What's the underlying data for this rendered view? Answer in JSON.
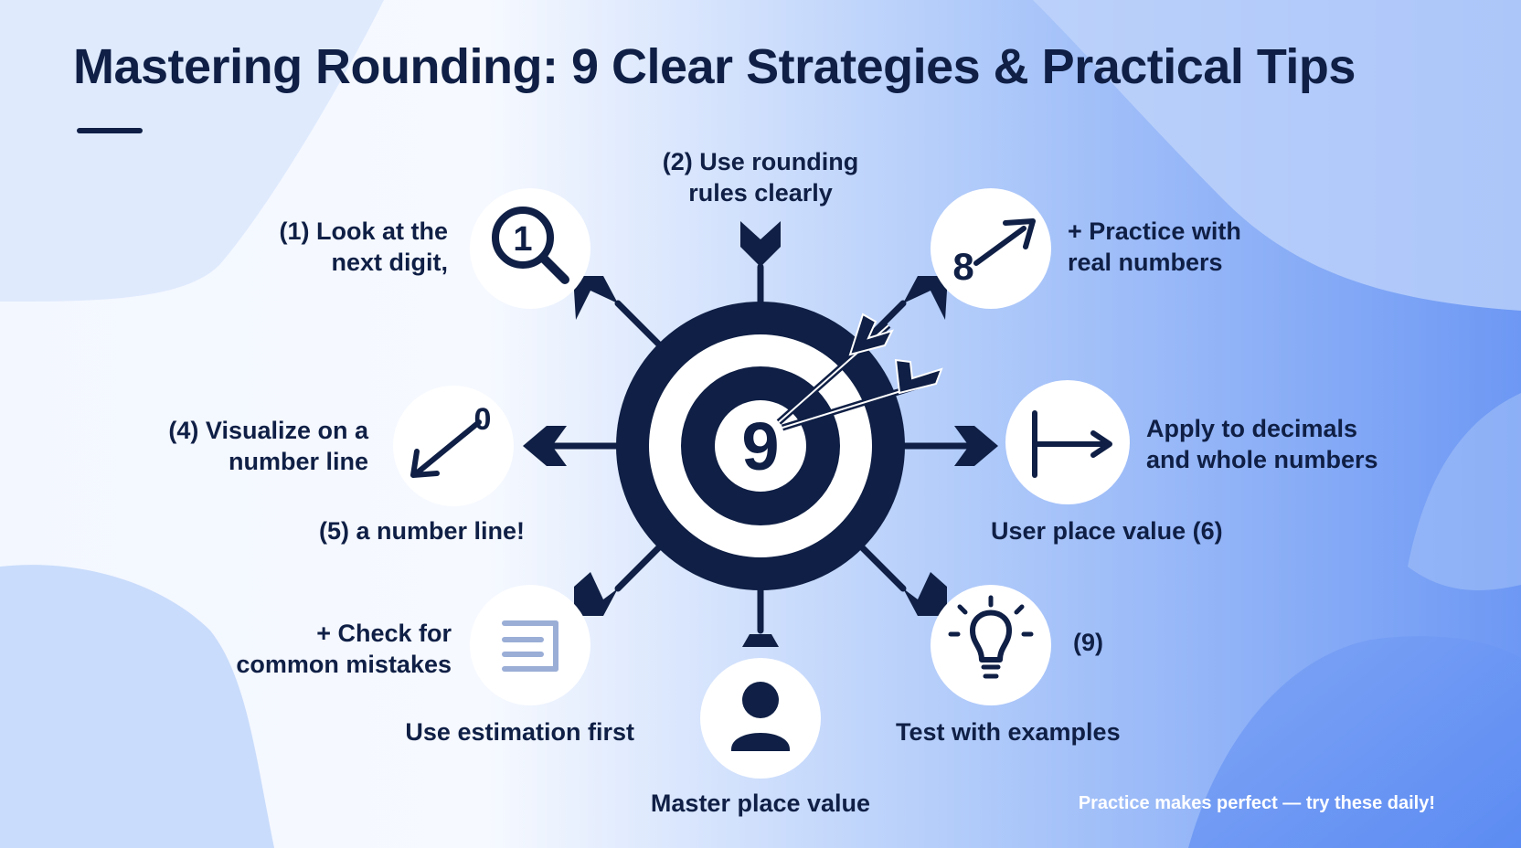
{
  "title": "Mastering Rounding: 9 Clear Strategies & Practical Tips",
  "center_number": "9",
  "labels": {
    "look_next_digit": [
      "(1) Look at the",
      "next digit,"
    ],
    "rounding_rules": [
      "(2) Use rounding",
      "rules clearly"
    ],
    "practice_real": [
      "+ Practice with",
      "real numbers"
    ],
    "visualize": [
      "(4) Visualize on a",
      "number line"
    ],
    "apply_decimals": [
      "Apply to decimals",
      "and whole numbers"
    ],
    "number_line_5": "(5) a number line!",
    "place_value_6": "User place value (6)",
    "check_mistakes": [
      "+ Check for",
      "common mistakes"
    ],
    "nine": "(9)",
    "estimation": "Use estimation first",
    "test_examples": "Test with examples",
    "master_place": "Master place value"
  },
  "icon_glyphs": {
    "magnifier_digit": "1",
    "arrow_digit_practice": "8",
    "arrow_digit_visualize": "0"
  },
  "footer": "Practice makes perfect — try these daily!",
  "colors": {
    "navy": "#0f1f45",
    "light_blue": "#c9dcfb",
    "mid_blue": "#8fb3f7",
    "deep_blue": "#5e8ff3",
    "list_icon": "#9aaed6",
    "white": "#ffffff"
  }
}
